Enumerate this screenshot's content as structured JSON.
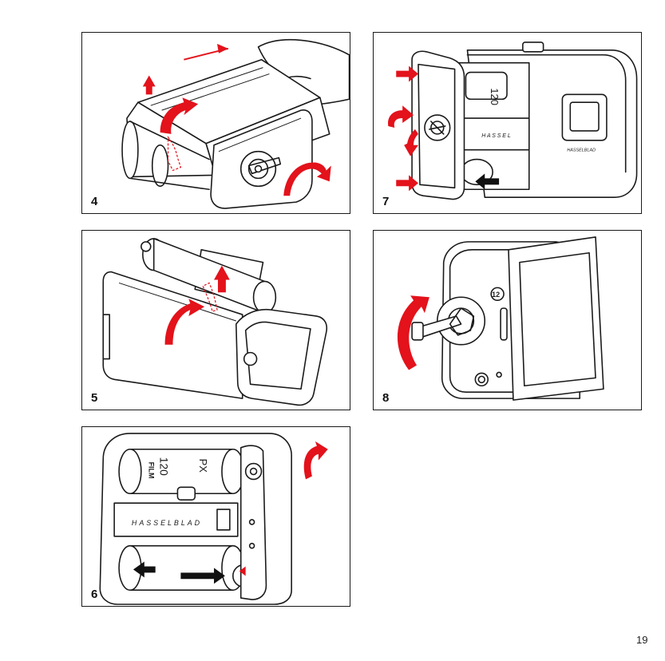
{
  "panels": [
    {
      "step": "4"
    },
    {
      "step": "7",
      "labels": {
        "body_text": "H A S S E L",
        "film_type": "120",
        "badge_brand": "HASSELBLAD"
      }
    },
    {
      "step": "5"
    },
    {
      "step": "8",
      "labels": {
        "counter": "12"
      }
    },
    {
      "step": "6",
      "labels": {
        "brand": "HASSELBLAD",
        "film_type": "120",
        "spool_text": "FILM",
        "spool_code": "PX"
      }
    }
  ],
  "page_number": "19",
  "colors": {
    "arrow": "#e3121b",
    "ink": "#1a1a1a"
  }
}
